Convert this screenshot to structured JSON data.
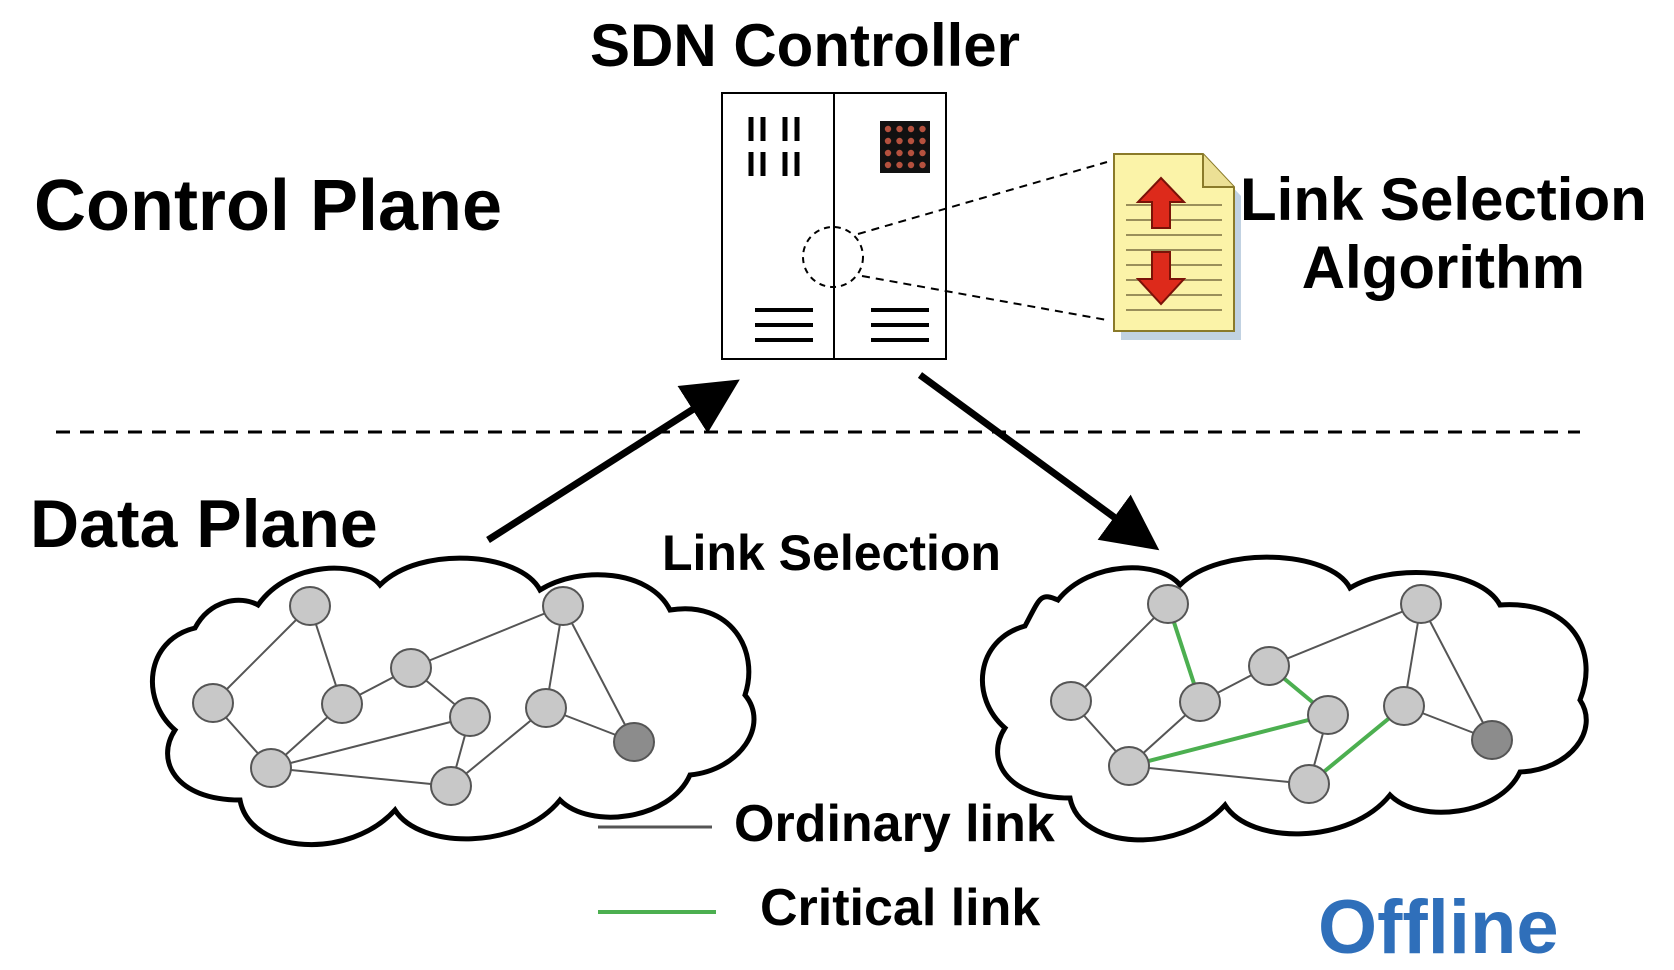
{
  "title": "SDN  Controller",
  "control_plane_label": "Control Plane",
  "data_plane_label": "Data Plane",
  "algorithm": {
    "line1": "Link Selection",
    "line2": "Algorithm"
  },
  "link_selection_label": "Link Selection",
  "legend": [
    {
      "label": "Ordinary link",
      "color": "#555555"
    },
    {
      "label": "Critical link",
      "color": "#4caf50"
    }
  ],
  "status_label": "Offline",
  "colors": {
    "node_fill": "#c8c8c8",
    "node_dark": "#8c8c8c",
    "critical": "#4caf50",
    "document": "#fbf3a8",
    "arrow_red": "#dd2a1b",
    "status_blue": "#2f6fba"
  }
}
